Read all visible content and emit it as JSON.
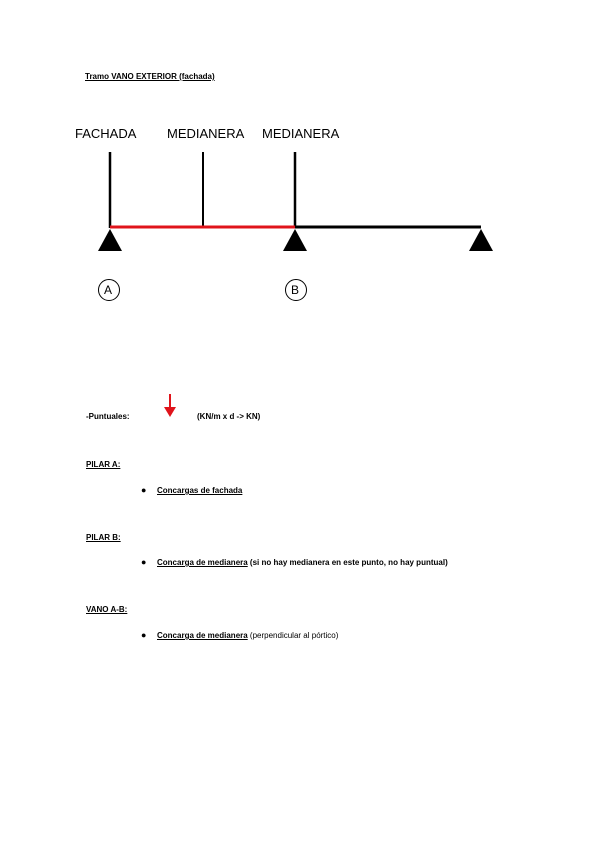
{
  "title": "Tramo VANO EXTERIOR (fachada)",
  "diagram": {
    "labels": [
      "FACHADA",
      "MEDIANERA",
      "MEDIANERA"
    ],
    "supports": [
      "A",
      "B"
    ],
    "colors": {
      "span": "#e0141b",
      "beam": "#000000",
      "arrow": "#e0141b"
    }
  },
  "puntuales": {
    "label": "-Puntuales:",
    "unit_note": "(KN/m x d -> KN)",
    "arrow_icon": "arrow-down-icon"
  },
  "sections": [
    {
      "heading": "PILAR A:",
      "items": [
        {
          "link": "Concargas de fachada",
          "note": ""
        }
      ]
    },
    {
      "heading": "PILAR B:",
      "items": [
        {
          "link": "Concarga de medianera",
          "note": " (si no hay medianera en este punto, no hay puntual)"
        }
      ]
    },
    {
      "heading": "VANO A-B:",
      "items": [
        {
          "link": "Concarga de medianera",
          "note": " (perpendicular al pórtico)"
        }
      ]
    }
  ]
}
